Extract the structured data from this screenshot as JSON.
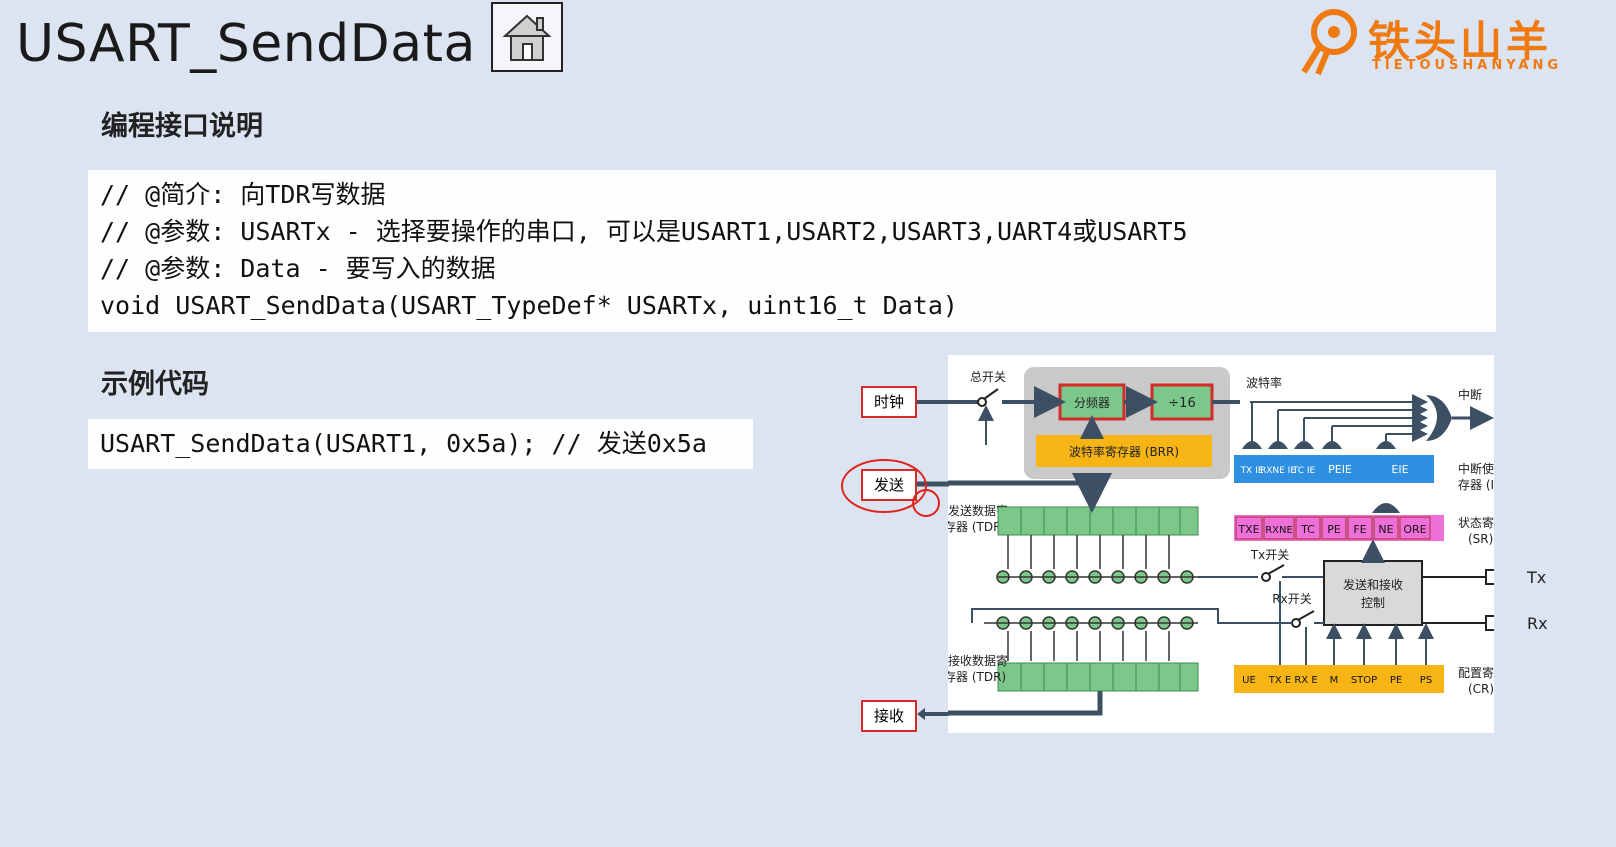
{
  "header": {
    "title": "USART_SendData",
    "home_icon": "home-icon",
    "logo": {
      "text": "铁头山羊",
      "subtext": "TIETOUSHANYANG",
      "color": "#f07a12"
    }
  },
  "api": {
    "section_title": "编程接口说明",
    "lines": [
      "// @简介: 向TDR写数据",
      "// @参数: USARTx - 选择要操作的串口, 可以是USART1,USART2,USART3,UART4或USART5",
      "// @参数: Data - 要写入的数据",
      "void USART_SendData(USART_TypeDef* USARTx, uint16_t Data)"
    ]
  },
  "example": {
    "section_title": "示例代码",
    "code": "USART_SendData(USART1, 0x5a); // 发送0x5a"
  },
  "diagram": {
    "clock": "时钟",
    "send": "发送",
    "receive": "接收",
    "master_switch": "总开关",
    "divider": "分频器",
    "div16": "÷16",
    "brr": "波特率寄存器 (BRR)",
    "baud": "波特率",
    "interrupt": "中断",
    "ier_label_1": "中断使能寄",
    "ier_label_2": "存器 (IER)",
    "ier_bits": [
      "TX IE",
      "RXNE IE",
      "TC IE",
      "PEIE",
      "EIE"
    ],
    "sr_label_1": "状态寄存器",
    "sr_label_2": "(SR)",
    "sr_bits": [
      "TXE",
      "RXNE",
      "TC",
      "PE",
      "FE",
      "NE",
      "ORE"
    ],
    "tdr_label_1": "发送数据寄",
    "tdr_label_2": "存器 (TDR)",
    "rdr_label_1": "接收数据寄",
    "rdr_label_2": "存器 (TDR)",
    "tx_switch": "Tx开关",
    "rx_switch": "Rx开关",
    "control_1": "发送和接收",
    "control_2": "控制",
    "tx_pin": "Tx",
    "rx_pin": "Rx",
    "cr_label_1": "配置寄存器",
    "cr_label_2": "(CR)",
    "cr_bits": [
      "UE",
      "TX E",
      "RX E",
      "M",
      "STOP",
      "PE",
      "PS"
    ],
    "colors": {
      "red": "#d42a2a",
      "green": "#7cc78a",
      "blue": "#2f8fe0",
      "pink": "#ef6fd8",
      "orange": "#f6b515",
      "gray": "#bdbdbd"
    }
  }
}
